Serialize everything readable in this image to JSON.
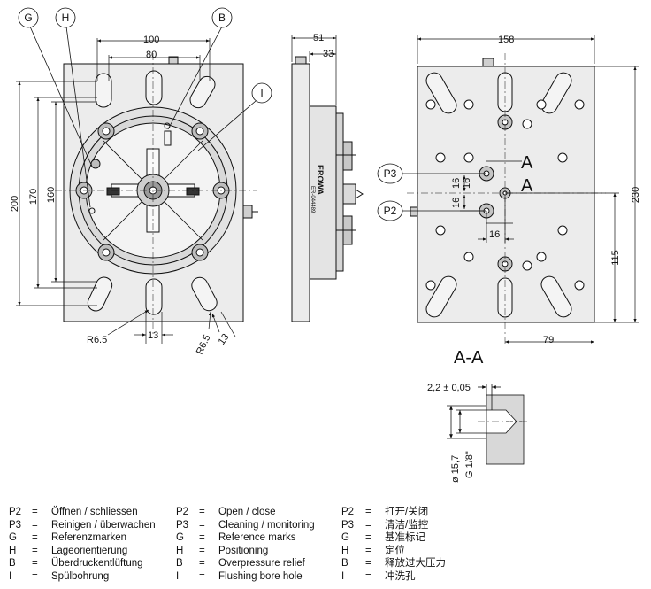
{
  "callouts": {
    "G": "G",
    "H": "H",
    "B": "B",
    "I": "I",
    "P3": "P3",
    "P2": "P2"
  },
  "front_view": {
    "dim_100": "100",
    "dim_80": "80",
    "dim_200": "200",
    "dim_170": "170",
    "dim_160": "160",
    "dim_r65_left": "R6.5",
    "dim_13_left": "13",
    "dim_r65_right": "R6.5",
    "dim_13_right": "13"
  },
  "side_view": {
    "dim_51": "51",
    "dim_33": "33",
    "label_brand": "EROWA",
    "label_model": "ER-044489"
  },
  "rear_view": {
    "dim_158": "158",
    "dim_230": "230",
    "dim_115": "115",
    "dim_79": "79",
    "dim_16_a": "16",
    "dim_16_b": "16",
    "dim_16_c": "16",
    "dim_16_d": "16",
    "section_mark_1": "A",
    "section_mark_2": "A"
  },
  "section": {
    "title": "A-A",
    "dim_depth": "2,2 ± 0,05",
    "dim_dia": "ø 15,7",
    "dim_thread": "G 1/8\""
  },
  "legend": {
    "de": [
      {
        "code": "P2",
        "eq": "=",
        "text": "Öffnen / schliessen"
      },
      {
        "code": "P3",
        "eq": "=",
        "text": "Reinigen / überwachen"
      },
      {
        "code": "G",
        "eq": "=",
        "text": "Referenzmarken"
      },
      {
        "code": "H",
        "eq": "=",
        "text": "Lageorientierung"
      },
      {
        "code": "B",
        "eq": "=",
        "text": "Überdruckentlüftung"
      },
      {
        "code": "I",
        "eq": "=",
        "text": "Spülbohrung"
      }
    ],
    "en": [
      {
        "code": "P2",
        "eq": "=",
        "text": "Open / close"
      },
      {
        "code": "P3",
        "eq": "=",
        "text": "Cleaning / monitoring"
      },
      {
        "code": "G",
        "eq": "=",
        "text": "Reference marks"
      },
      {
        "code": "H",
        "eq": "=",
        "text": "Positioning"
      },
      {
        "code": "B",
        "eq": "=",
        "text": "Overpressure relief"
      },
      {
        "code": "I",
        "eq": "=",
        "text": "Flushing bore hole"
      }
    ],
    "cn": [
      {
        "code": "P2",
        "eq": "=",
        "text": "打开/关闭"
      },
      {
        "code": "P3",
        "eq": "=",
        "text": "清洁/监控"
      },
      {
        "code": "G",
        "eq": "=",
        "text": "基准标记"
      },
      {
        "code": "H",
        "eq": "=",
        "text": "定位"
      },
      {
        "code": "B",
        "eq": "=",
        "text": "释放过大压力"
      },
      {
        "code": "I",
        "eq": "=",
        "text": "冲洗孔"
      }
    ]
  }
}
